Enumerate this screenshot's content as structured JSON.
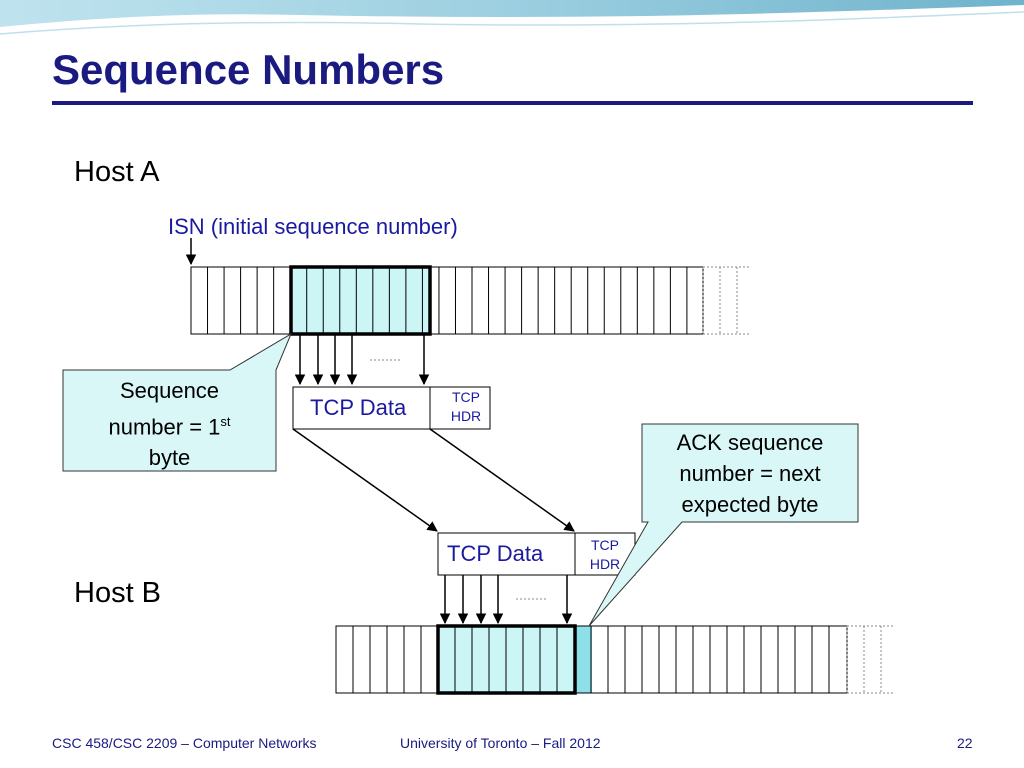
{
  "slide": {
    "title": "Sequence Numbers",
    "host_a_label": "Host A",
    "host_b_label": "Host B",
    "isn_label": "ISN (initial sequence number)"
  },
  "callouts": {
    "sequence_number_line1": "Sequence",
    "sequence_number_line2": "number = 1",
    "sequence_number_sup": "st",
    "sequence_number_line3": "byte",
    "ack_line1": "ACK sequence",
    "ack_line2": "number = next",
    "ack_line3": "expected byte"
  },
  "segments": {
    "top_data_label": "TCP Data",
    "top_hdr_line1": "TCP",
    "top_hdr_line2": "HDR",
    "bottom_data_label": "TCP Data",
    "bottom_hdr_line1": "TCP",
    "bottom_hdr_line2": "HDR"
  },
  "footer": {
    "course": "CSC 458/CSC 2209 – Computer Networks",
    "university": "University of Toronto – Fall 2012",
    "page_number": "22"
  },
  "colors": {
    "title": "#1a1a80",
    "highlight_fill": "#ccf5f5",
    "callout_fill": "#d9f7f7",
    "label_blue": "#1a1aa0"
  }
}
